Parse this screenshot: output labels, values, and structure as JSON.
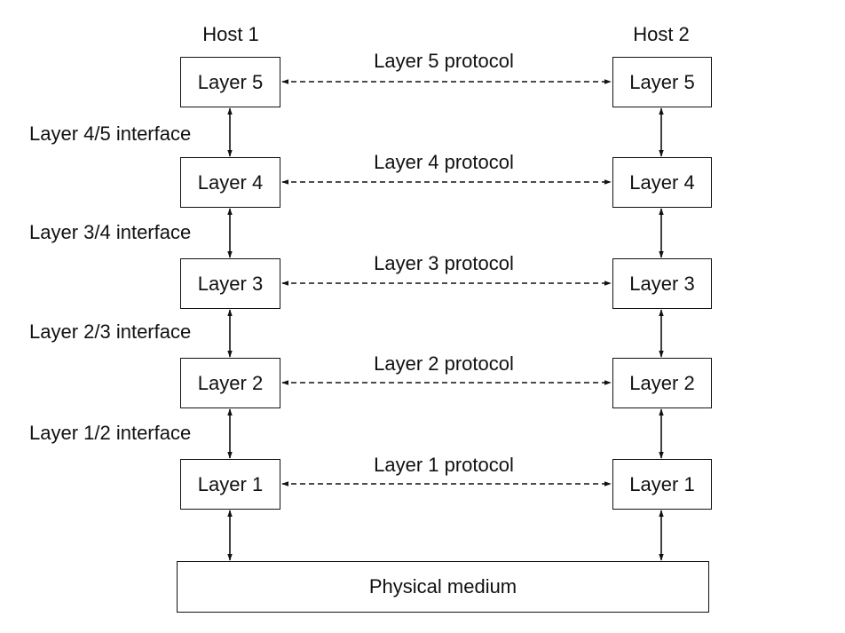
{
  "hosts": [
    {
      "label": "Host 1"
    },
    {
      "label": "Host 2"
    }
  ],
  "layers": [
    {
      "name": "Layer 5",
      "protocol": "Layer 5 protocol"
    },
    {
      "name": "Layer 4",
      "protocol": "Layer 4 protocol"
    },
    {
      "name": "Layer 3",
      "protocol": "Layer 3 protocol"
    },
    {
      "name": "Layer 2",
      "protocol": "Layer 2 protocol"
    },
    {
      "name": "Layer 1",
      "protocol": "Layer 1 protocol"
    }
  ],
  "interfaces": [
    {
      "label": "Layer 4/5 interface"
    },
    {
      "label": "Layer 3/4 interface"
    },
    {
      "label": "Layer 2/3 interface"
    },
    {
      "label": "Layer 1/2 interface"
    }
  ],
  "medium": {
    "label": "Physical medium"
  },
  "colors": {
    "line": "#111111",
    "background": "#ffffff"
  }
}
